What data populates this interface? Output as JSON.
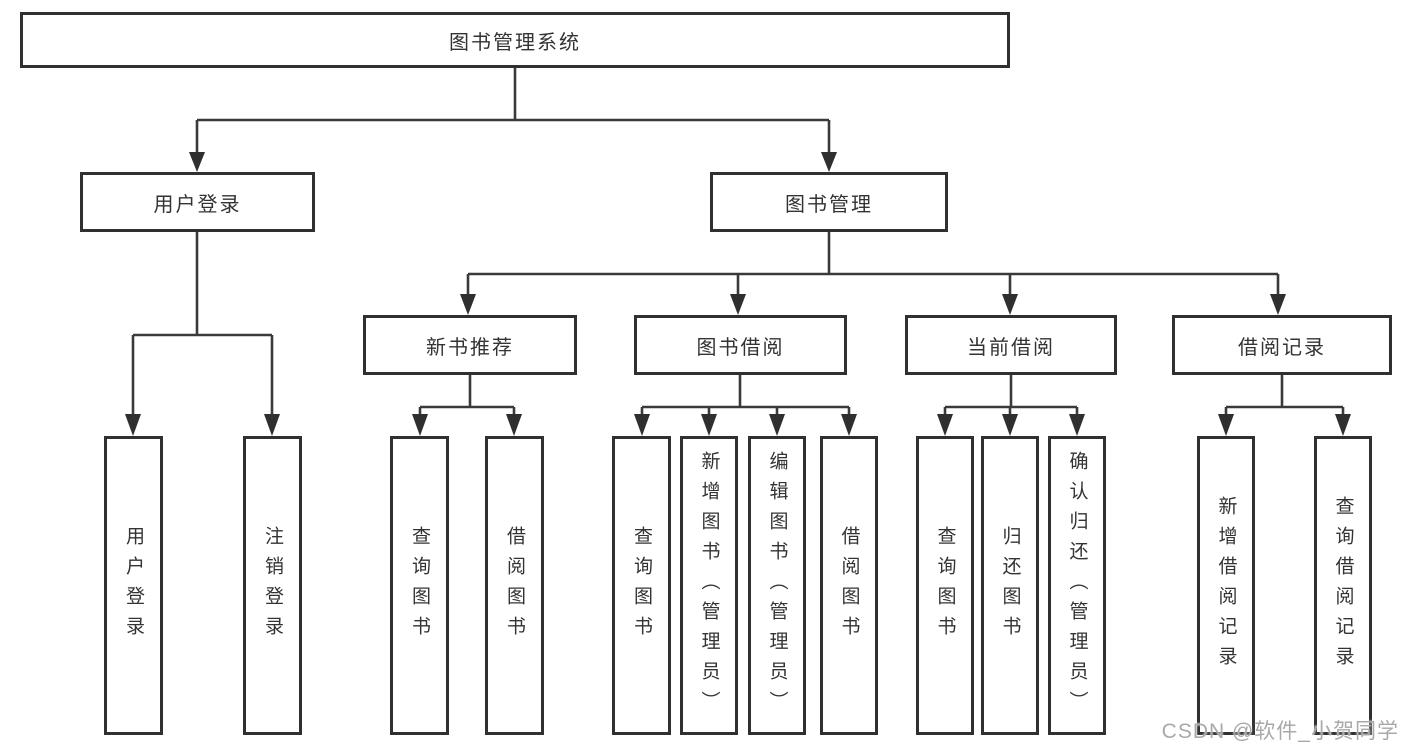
{
  "diagram": {
    "title": "图书管理系统",
    "watermark": "CSDN @软件_小贺同学",
    "colors": {
      "line": "#3a3a3a",
      "box_border": "#303030",
      "text": "#333333",
      "background": "#ffffff",
      "watermark": "#a9a9a9"
    }
  },
  "nodes": [
    {
      "id": "root",
      "label": "图书管理系统",
      "level": 0,
      "parent": null
    },
    {
      "id": "user-login-branch",
      "label": "用户登录",
      "level": 1,
      "parent": "root"
    },
    {
      "id": "book-management",
      "label": "图书管理",
      "level": 1,
      "parent": "root"
    },
    {
      "id": "new-book-recommend",
      "label": "新书推荐",
      "level": 2,
      "parent": "book-management"
    },
    {
      "id": "book-borrowing",
      "label": "图书借阅",
      "level": 2,
      "parent": "book-management"
    },
    {
      "id": "current-borrowing",
      "label": "当前借阅",
      "level": 2,
      "parent": "book-management"
    },
    {
      "id": "borrowing-records",
      "label": "借阅记录",
      "level": 2,
      "parent": "book-management"
    },
    {
      "id": "user-login-leaf",
      "label": "用户登录",
      "level": 3,
      "parent": "user-login-branch"
    },
    {
      "id": "logout",
      "label": "注销登录",
      "level": 3,
      "parent": "user-login-branch"
    },
    {
      "id": "query-books-recommend",
      "label": "查询图书",
      "level": 3,
      "parent": "new-book-recommend"
    },
    {
      "id": "borrow-books-recommend",
      "label": "借阅图书",
      "level": 3,
      "parent": "new-book-recommend"
    },
    {
      "id": "query-books-borrowing",
      "label": "查询图书",
      "level": 3,
      "parent": "book-borrowing"
    },
    {
      "id": "add-books-admin",
      "label": "新增图书（管理员）",
      "level": 3,
      "parent": "book-borrowing"
    },
    {
      "id": "edit-books-admin",
      "label": "编辑图书（管理员）",
      "level": 3,
      "parent": "book-borrowing"
    },
    {
      "id": "borrow-books-borrowing",
      "label": "借阅图书",
      "level": 3,
      "parent": "book-borrowing"
    },
    {
      "id": "query-books-current",
      "label": "查询图书",
      "level": 3,
      "parent": "current-borrowing"
    },
    {
      "id": "return-books",
      "label": "归还图书",
      "level": 3,
      "parent": "current-borrowing"
    },
    {
      "id": "confirm-return-admin",
      "label": "确认归还（管理员）",
      "level": 3,
      "parent": "current-borrowing"
    },
    {
      "id": "add-borrow-record",
      "label": "新增借阅记录",
      "level": 3,
      "parent": "borrowing-records"
    },
    {
      "id": "query-borrow-record",
      "label": "查询借阅记录",
      "level": 3,
      "parent": "borrowing-records"
    }
  ]
}
